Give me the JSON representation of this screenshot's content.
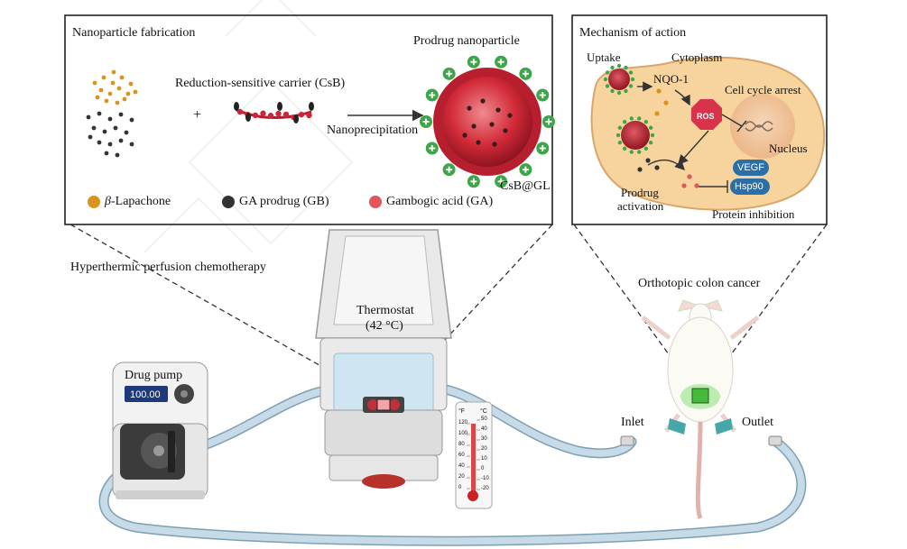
{
  "panels": {
    "fabrication": {
      "title": "Nanoparticle fabrication",
      "plus": "+",
      "carrier_label": "Reduction-sensitive carrier (CsB)",
      "prodrug_np_label": "Prodrug nanoparticle",
      "process_label": "Nanoprecipitation",
      "product_label": "CsB@GL",
      "legend": [
        {
          "symbol": "β",
          "text": "-Lapachone",
          "color": "#d9941f"
        },
        {
          "text": "GA prodrug (GB)",
          "color": "#333333"
        },
        {
          "text": "Gambogic acid (GA)",
          "color": "#e2555a"
        }
      ]
    },
    "mechanism": {
      "title": "Mechanism of action",
      "uptake": "Uptake",
      "cytoplasm": "Cytoplasm",
      "nqo1": "NQO-1",
      "ros": "ROS",
      "cell_cycle_arrest": "Cell cycle arrest",
      "nucleus": "Nucleus",
      "vegf": "VEGF",
      "hsp90": "Hsp90",
      "prodrug_activation_line1": "Prodrug",
      "prodrug_activation_line2": "activation",
      "protein_inhibition": "Protein inhibition"
    }
  },
  "setup": {
    "hyperthermic_label": "Hyperthermic perfusion chemotherapy",
    "thermostat_label": "Thermostat",
    "thermostat_temp": "(42 °C)",
    "pump_label": "Drug pump",
    "pump_display": "100.00",
    "model_label": "Orthotopic colon cancer",
    "inlet": "Inlet",
    "outlet": "Outlet",
    "thermometer": {
      "f_label": "°F",
      "c_label": "°C",
      "f_ticks": [
        "120",
        "100",
        "80",
        "60",
        "40",
        "20",
        "0"
      ],
      "c_ticks": [
        "50",
        "40",
        "30",
        "20",
        "10",
        "0",
        "-10",
        "-20"
      ]
    }
  },
  "colors": {
    "tube": "#c6dbe7",
    "tube_outline": "#7d9fb3",
    "nucleus": "#f2c69a",
    "cell": "#f7d49e",
    "particle_red": "#c82333",
    "shell_green": "#3fa54a",
    "ros": "#d8334a",
    "protein_blue": "#2b6fa8",
    "lapachone_orange": "#d9941f"
  }
}
